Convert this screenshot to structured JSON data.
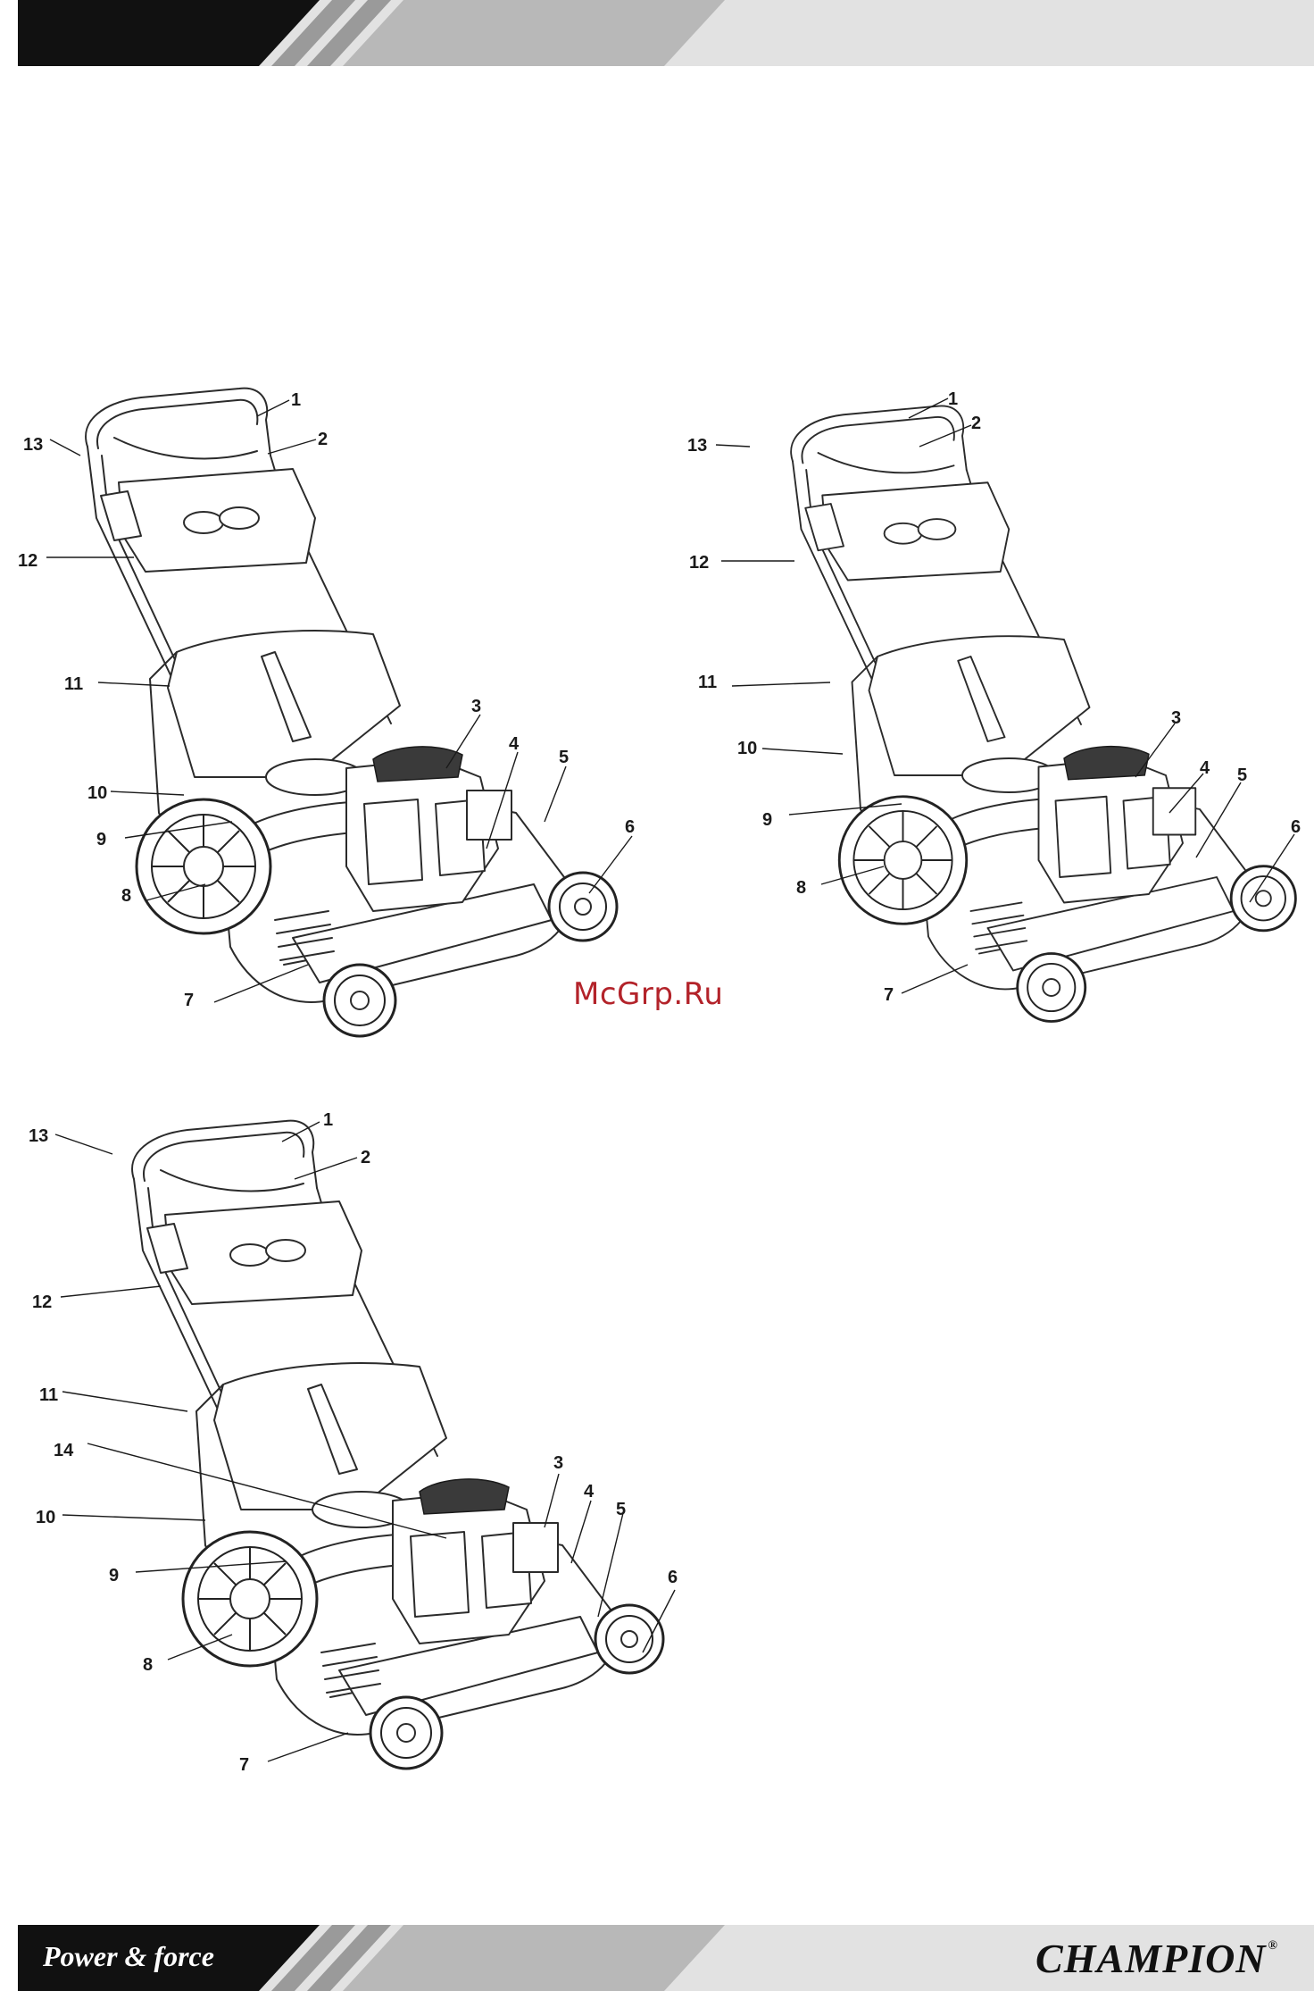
{
  "header": {},
  "figures": [
    {
      "id": "mower-a",
      "callouts": [
        "1",
        "2",
        "3",
        "4",
        "5",
        "6",
        "7",
        "8",
        "9",
        "10",
        "11",
        "12",
        "13"
      ]
    },
    {
      "id": "mower-b",
      "callouts": [
        "1",
        "2",
        "3",
        "4",
        "5",
        "6",
        "7",
        "8",
        "9",
        "10",
        "11",
        "12",
        "13"
      ]
    },
    {
      "id": "mower-c",
      "callouts": [
        "1",
        "2",
        "3",
        "4",
        "5",
        "6",
        "7",
        "8",
        "9",
        "10",
        "11",
        "12",
        "13",
        "14"
      ]
    }
  ],
  "watermark": "McGrp.Ru",
  "footer": {
    "tagline": "Power & force",
    "brand": "CHAMPION",
    "brand_mark": "®"
  },
  "colors": {
    "band_dark": "#111111",
    "band_mid": "#b8b8b8",
    "band_light": "#e2e2e2",
    "watermark": "#b3232a"
  }
}
